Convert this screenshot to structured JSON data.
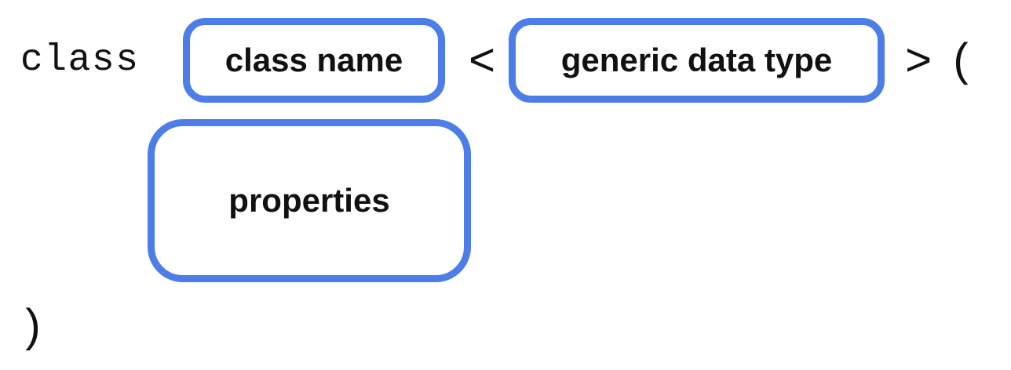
{
  "diagram": {
    "keyword": "class",
    "boxes": [
      {
        "id": "class-name",
        "label": "class name"
      },
      {
        "id": "generic-data-type",
        "label": "generic data type"
      },
      {
        "id": "properties",
        "label": "properties"
      }
    ],
    "symbols": {
      "open_angle": "<",
      "close_angle": ">",
      "open_paren": "(",
      "close_paren": ")"
    },
    "colors": {
      "accent_blue": "#4C7DE9",
      "text_black": "#111111",
      "background": "#FFFFFF"
    }
  }
}
